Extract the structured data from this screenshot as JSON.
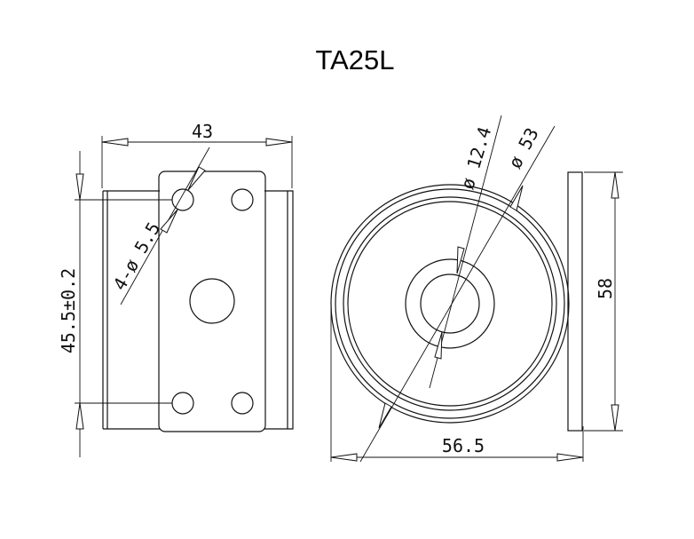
{
  "drawing": {
    "title": "TA25L",
    "dims": {
      "width_top": "43",
      "holes": "4-ø 5.5",
      "height_left": "45.5±0.2",
      "bore": "ø 12.4",
      "outer": "ø 53",
      "width_bottom": "56.5",
      "height_right": "58"
    }
  }
}
